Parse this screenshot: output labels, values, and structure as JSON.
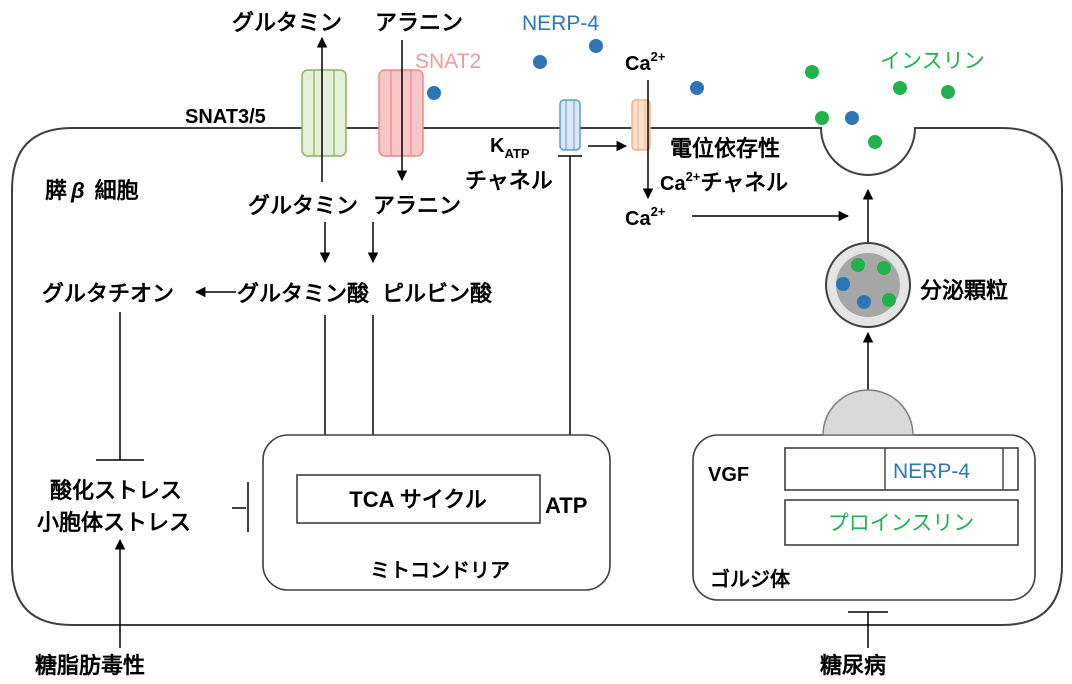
{
  "cell": {
    "prefix": "膵",
    "beta": "β",
    "suffix": "細胞"
  },
  "extracellular": {
    "glutamine": "グルタミン",
    "alanine": "アラニン",
    "nerp4": "NERP-4",
    "calcium": {
      "base": "Ca",
      "sup": "2+"
    },
    "insulin": "インスリン"
  },
  "transporters": {
    "snat35": "SNAT3/5",
    "snat2": "SNAT2"
  },
  "katp_channel": {
    "base": "K",
    "sub": "ATP",
    "suffix": "チャネル"
  },
  "vdcc": {
    "line1": "電位依存性",
    "base": "Ca",
    "sup": "2+",
    "suffix": "チャネル"
  },
  "intracellular": {
    "glutamine": "グルタミン",
    "alanine": "アラニン",
    "glutathione": "グルタチオン",
    "glutamate": "グルタミン酸",
    "pyruvate": "ピルビン酸",
    "calcium": {
      "base": "Ca",
      "sup": "2+"
    },
    "oxidative_stress": "酸化ストレス",
    "er_stress": "小胞体ストレス"
  },
  "mitochondria": {
    "tca": "TCA サイクル",
    "atp": "ATP",
    "name": "ミトコンドリア"
  },
  "granule": "分泌顆粒",
  "golgi": {
    "vgf": "VGF",
    "nerp4": "NERP-4",
    "proinsulin": "プロインスリン",
    "name": "ゴルジ体"
  },
  "external_factors": {
    "glucolipotoxicity": "糖脂肪毒性",
    "diabetes": "糖尿病"
  },
  "colors": {
    "nerp4_blue": "#2e75b6",
    "insulin_green": "#22b14c",
    "snat2_pink": "#f19a9a",
    "snat35_green": "#7f9f3f",
    "snat35_fill": "#e2efd9",
    "snat2_fill": "#f8c6c6",
    "katp_fill": "#dce8f5",
    "vdcc_fill": "#fbe2cc",
    "granule_core": "#a6a6a6"
  }
}
